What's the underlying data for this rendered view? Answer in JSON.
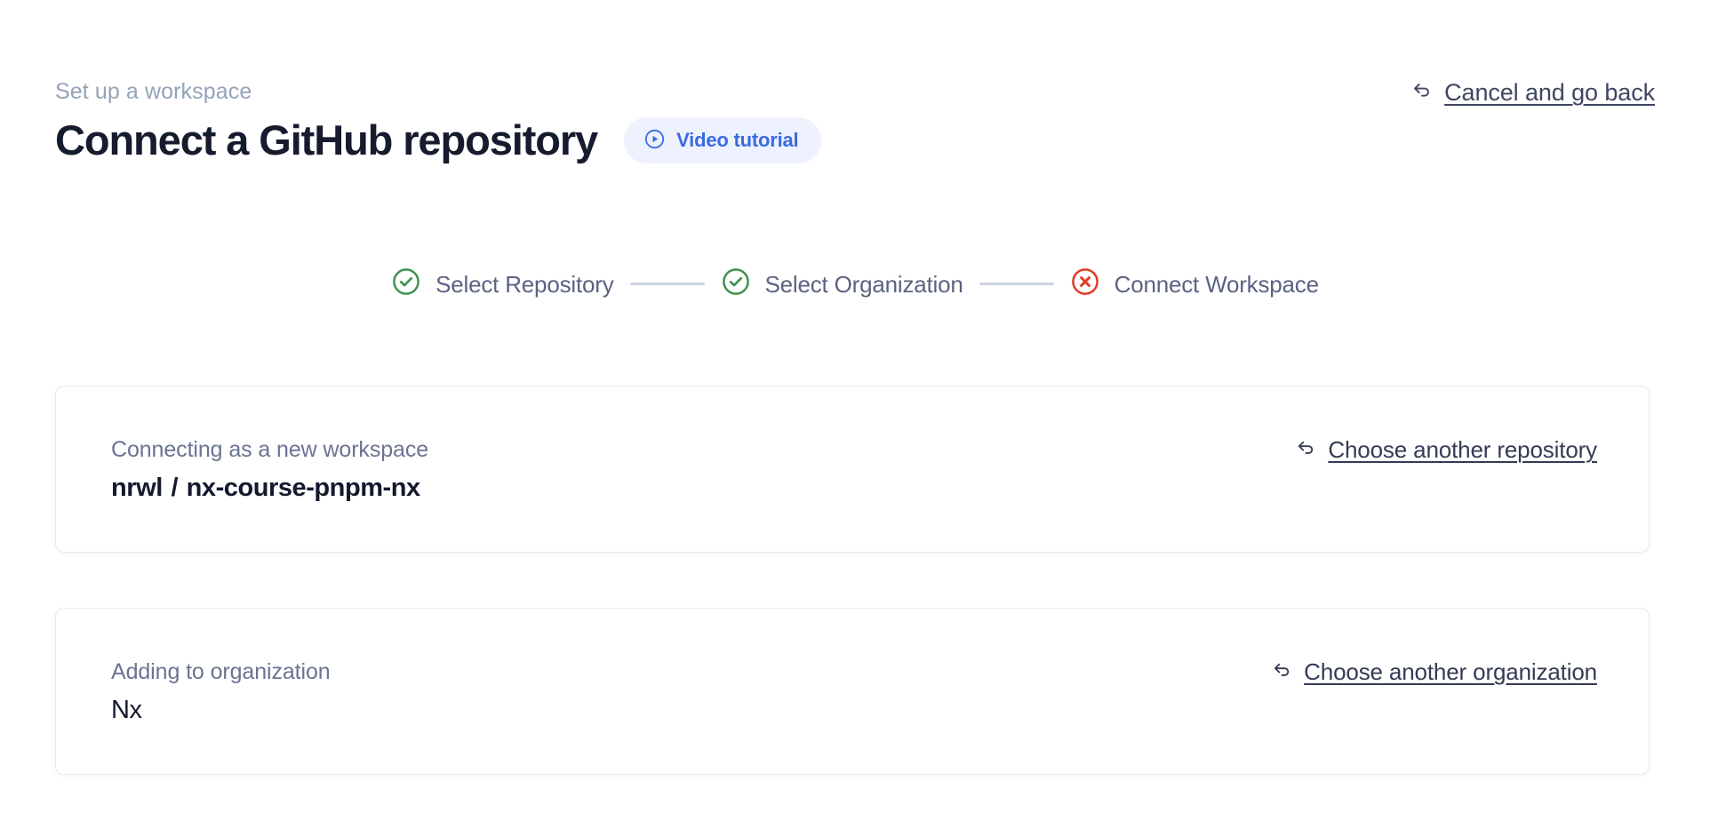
{
  "header": {
    "eyebrow": "Set up a workspace",
    "title": "Connect a GitHub repository",
    "video_badge": {
      "label": "Video tutorial",
      "icon": "play-circle-icon"
    },
    "cancel_link": {
      "label": "Cancel and go back",
      "icon": "arrow-uturn-left-icon"
    }
  },
  "stepper": {
    "steps": [
      {
        "label": "Select Repository",
        "state": "complete",
        "icon": "check-circle-icon"
      },
      {
        "label": "Select Organization",
        "state": "complete",
        "icon": "check-circle-icon"
      },
      {
        "label": "Connect Workspace",
        "state": "error",
        "icon": "x-circle-icon"
      }
    ]
  },
  "cards": {
    "repository": {
      "caption": "Connecting as a new workspace",
      "owner": "nrwl",
      "separator": "/",
      "name": "nx-course-pnpm-nx",
      "link": {
        "label": "Choose another repository",
        "icon": "arrow-uturn-left-icon"
      }
    },
    "organization": {
      "caption": "Adding to organization",
      "name": "Nx",
      "link": {
        "label": "Choose another organization",
        "icon": "arrow-uturn-left-icon"
      }
    }
  },
  "colors": {
    "accent_blue": "#3b6ae4",
    "badge_bg": "#eef2ff",
    "success_green": "#3f9250",
    "error_red": "#df3b26",
    "heading": "#161b2e",
    "muted": "#94a3b8",
    "step_label": "#5b6382",
    "card_border": "#e6e8f0",
    "connector": "#cdd4e3"
  }
}
